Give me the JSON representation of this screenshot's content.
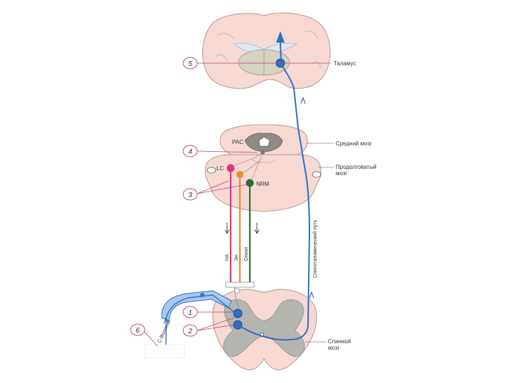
{
  "labels": {
    "thalamus": "Таламус",
    "midbrain": "Средний мозг",
    "medulla_line1": "Продолговатый",
    "medulla_line2": "мозг",
    "spinal_line1": "Спинной",
    "spinal_line2": "мозг",
    "pac": "PAC",
    "lc": "LC",
    "nrm": "NRM",
    "tract": "Спиноталамический путь",
    "fiber_na": "НА",
    "fiber_ser": "Эн",
    "fiber_opioid": "Опиат",
    "c_fibers": "С-Волокна"
  },
  "numbers": {
    "n1": "1",
    "n2": "2",
    "n3": "3",
    "n4": "4",
    "n5": "5",
    "n6": "6"
  },
  "colors": {
    "tissue": "#f6d9d2",
    "tissue_stroke": "#b49892",
    "gray_matter": "#b5b5b0",
    "blue_path": "#2e6fc4",
    "blue_light": "#a9c8ec",
    "pink_fiber": "#e0357a",
    "orange_fiber": "#ef8a2a",
    "green_fiber": "#2e6b3a",
    "pointer_line": "#c0407a"
  }
}
